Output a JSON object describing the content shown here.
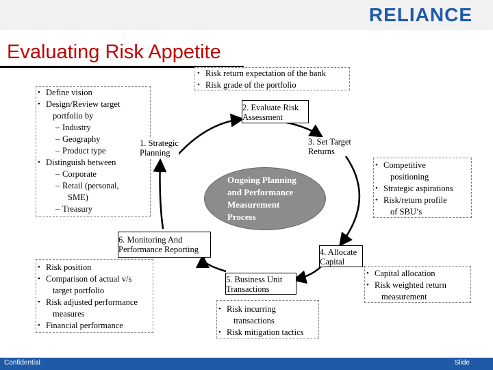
{
  "brand": {
    "logo_text": "RELIANCE"
  },
  "title": "Evaluating Risk Appetite",
  "left_box": {
    "items": [
      {
        "text": "Define vision",
        "kind": "bullet"
      },
      {
        "text": "Design/Review target",
        "kind": "bullet"
      },
      {
        "text": "portfolio by",
        "kind": "cont"
      },
      {
        "text": "Industry",
        "kind": "sub"
      },
      {
        "text": "Geography",
        "kind": "sub"
      },
      {
        "text": "Product type",
        "kind": "sub"
      },
      {
        "text": "Distinguish between",
        "kind": "bullet"
      },
      {
        "text": "Corporate",
        "kind": "sub"
      },
      {
        "text": "Retail (personal,",
        "kind": "sub"
      },
      {
        "text": "SME)",
        "kind": "cont2"
      },
      {
        "text": "Treasury",
        "kind": "sub"
      }
    ]
  },
  "top_box": {
    "items": [
      "Risk return expectation of the bank",
      "Risk grade of the portfolio"
    ]
  },
  "right_box": {
    "items": [
      "Competitive",
      "positioning",
      "Strategic aspirations",
      "Risk/return profile",
      "of SBU’s"
    ]
  },
  "capital_box": {
    "items": [
      "Capital allocation",
      "Risk weighted return",
      "measurement"
    ]
  },
  "transactions_box": {
    "items": [
      "Risk incurring",
      "transactions",
      "Risk mitigation tactics"
    ]
  },
  "monitoring_box": {
    "items": [
      "Risk position",
      "Comparison of actual v/s",
      "target portfolio",
      "Risk adjusted performance",
      "measures",
      "Financial performance"
    ]
  },
  "steps": {
    "s1": [
      "1. Strategic",
      "Planning"
    ],
    "s2": [
      "2. Evaluate Risk",
      "Assessment"
    ],
    "s3": [
      "3. Set Target",
      "Returns"
    ],
    "s4": [
      "4. Allocate",
      "Capital"
    ],
    "s5": [
      "5. Business Unit",
      "Transactions"
    ],
    "s6": [
      "6. Monitoring And",
      "Performance Reporting"
    ]
  },
  "center": [
    "Ongoing Planning",
    "and Performance",
    "Measurement",
    "Process"
  ],
  "footer": {
    "left": "Confidential",
    "right": "Slide"
  },
  "colors": {
    "title": "#c00000",
    "brand": "#1f5aa6",
    "center_fill": "#8c8c8c",
    "dash_border": "#7f7f7f"
  }
}
